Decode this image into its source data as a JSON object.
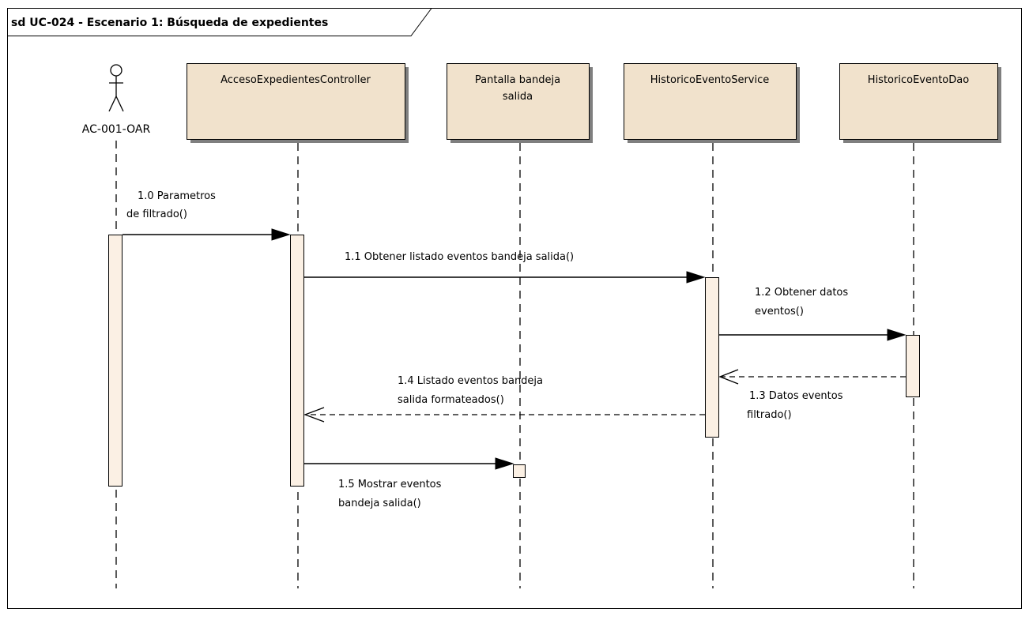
{
  "frame": {
    "title": "sd UC-024 - Escenario 1: Búsqueda de expedientes"
  },
  "actor": {
    "label": "AC-001-OAR"
  },
  "participants": [
    {
      "lines": [
        "AccesoExpedientesController"
      ]
    },
    {
      "lines": [
        "Pantalla bandeja",
        "salida"
      ]
    },
    {
      "lines": [
        "HistoricoEventoService"
      ]
    },
    {
      "lines": [
        "HistoricoEventoDao"
      ]
    }
  ],
  "messages": [
    {
      "lines": [
        "1.0 Parametros",
        "de filtrado()"
      ]
    },
    {
      "lines": [
        "1.1 Obtener listado eventos bandeja salida()"
      ]
    },
    {
      "lines": [
        "1.2 Obtener datos",
        "eventos()"
      ]
    },
    {
      "lines": [
        "1.3 Datos eventos",
        "filtrado()"
      ]
    },
    {
      "lines": [
        "1.4 Listado eventos bandeja",
        "salida formateados()"
      ]
    },
    {
      "lines": [
        "1.5 Mostrar eventos",
        "bandeja salida()"
      ]
    }
  ]
}
